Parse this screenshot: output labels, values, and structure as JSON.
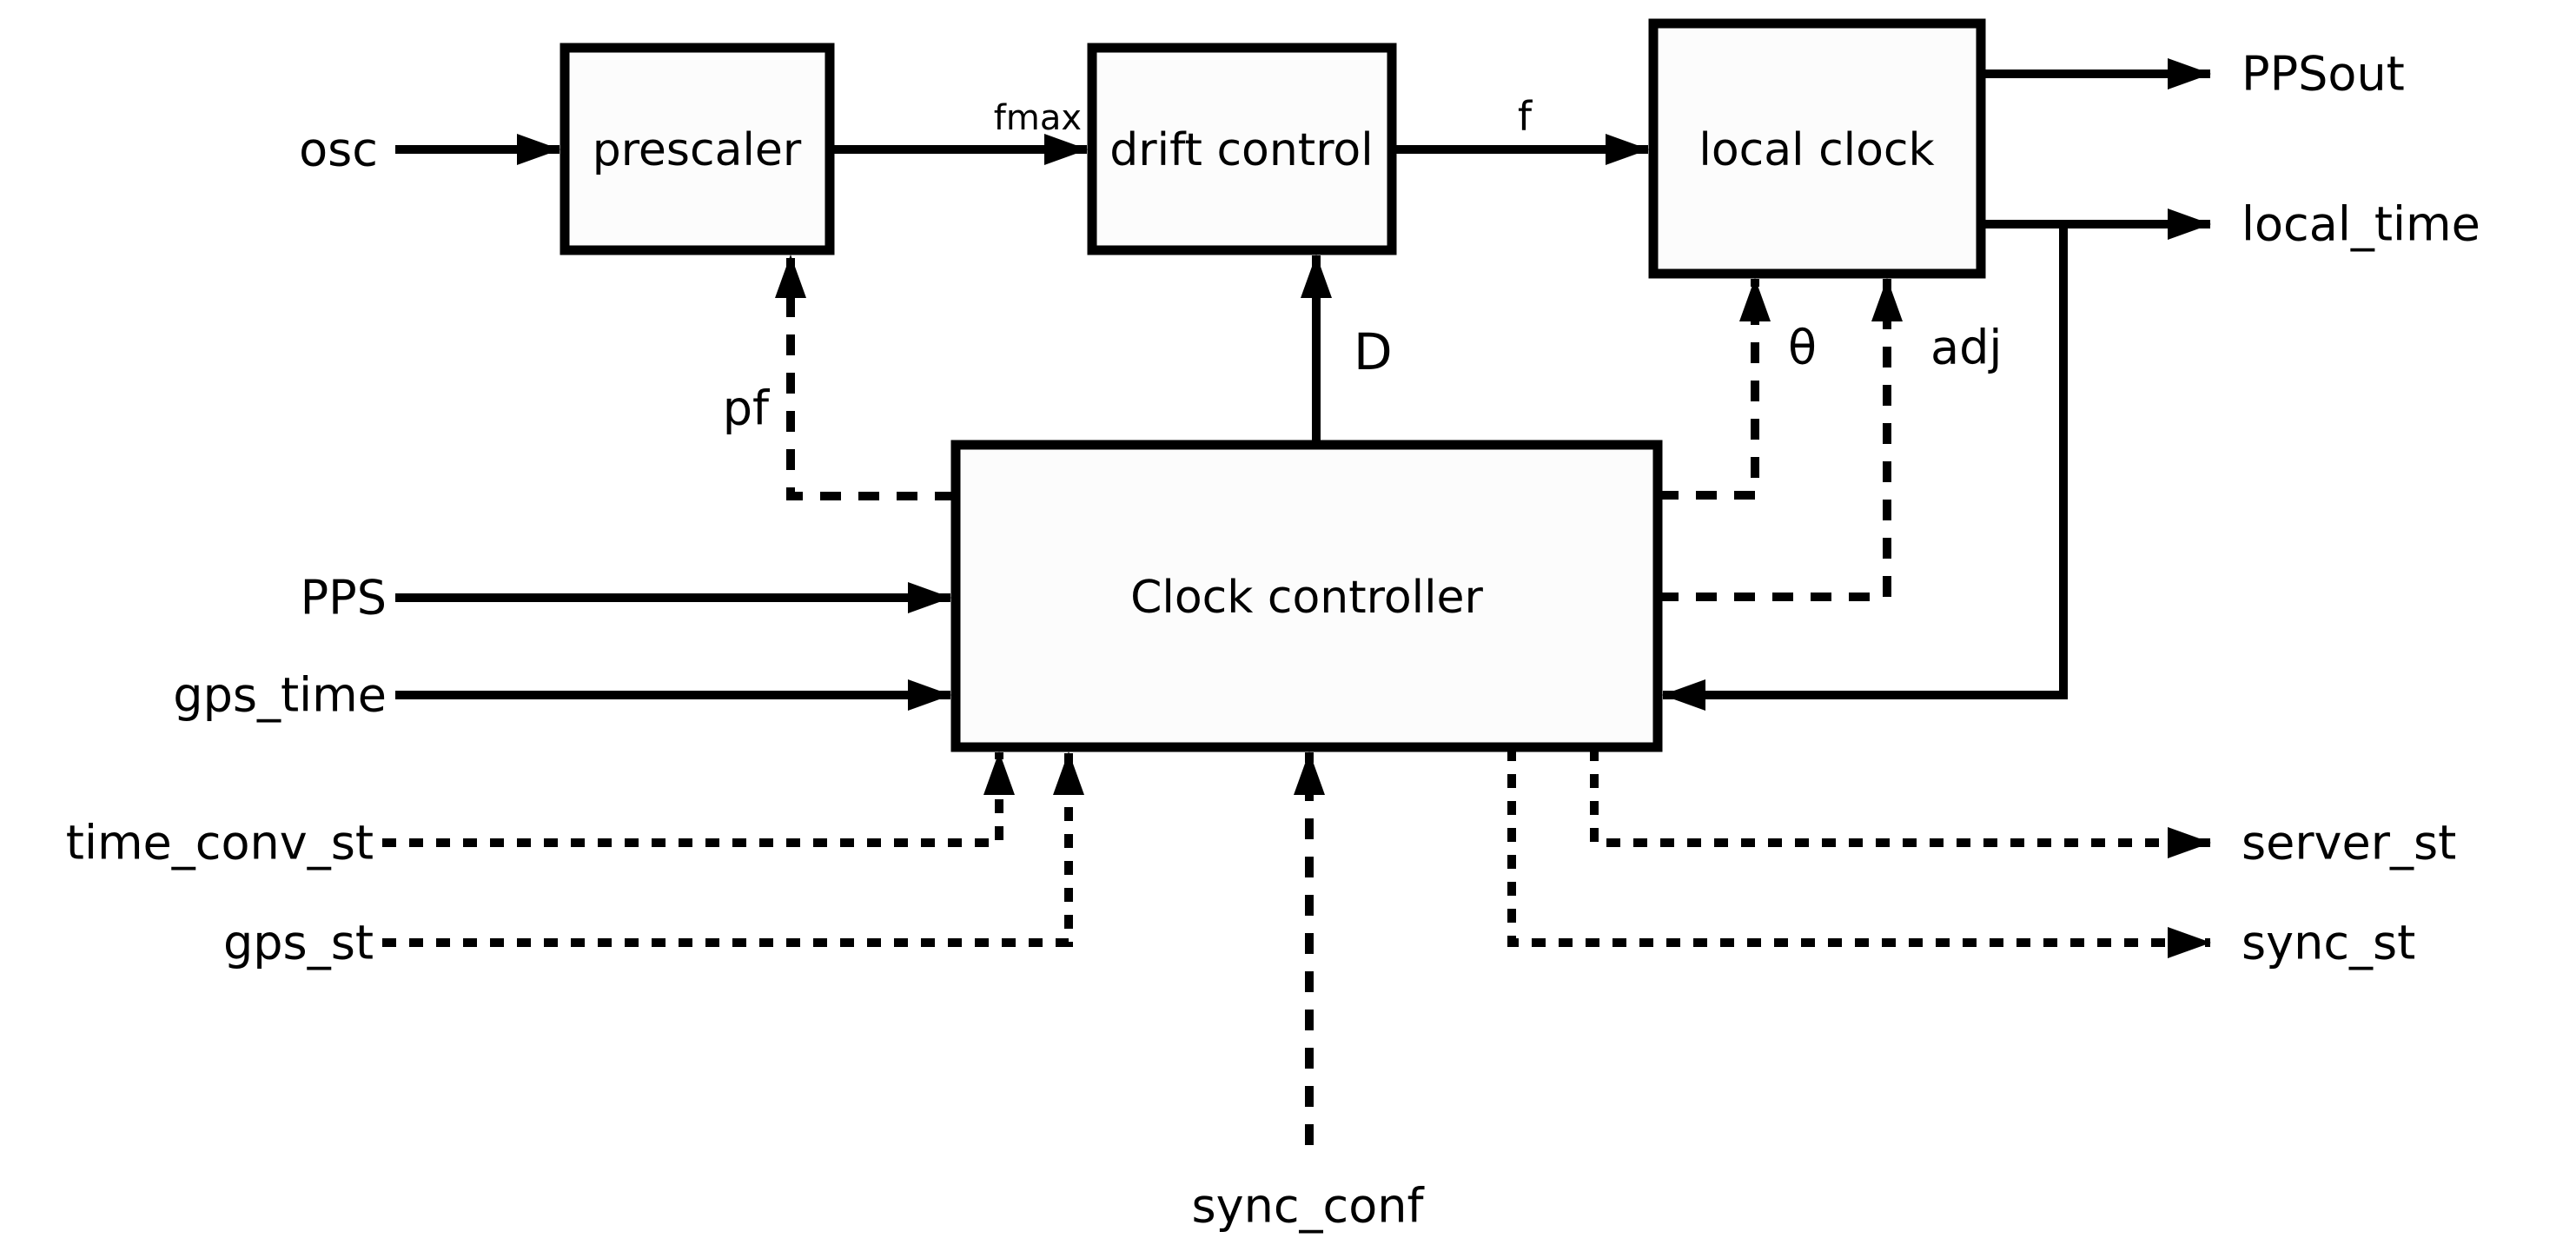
{
  "diagram_type": "block-diagram",
  "colors": {
    "line": "#000000",
    "block_fill": "#fcfcfc",
    "background": "#ffffff"
  },
  "labels": {
    "prescaler": "prescaler",
    "drift_control": "drift control",
    "local_clock": "local clock",
    "clock_controller": "Clock controller",
    "osc": "osc",
    "fmax": "fmax",
    "f": "f",
    "ppsout": "PPSout",
    "local_time": "local_time",
    "pps": "PPS",
    "gps_time": "gps_time",
    "time_conv_st": "time_conv_st",
    "gps_st": "gps_st",
    "sync_conf": "sync_conf",
    "server_st": "server_st",
    "sync_st": "sync_st",
    "pf": "pf",
    "d": "D",
    "theta": "θ",
    "adj": "adj"
  },
  "blocks": [
    {
      "id": "prescaler",
      "label": "prescaler"
    },
    {
      "id": "drift_control",
      "label": "drift control"
    },
    {
      "id": "local_clock",
      "label": "local clock"
    },
    {
      "id": "clock_controller",
      "label": "Clock controller"
    }
  ],
  "connections": [
    {
      "signal": "osc",
      "from": "external",
      "to": "prescaler",
      "style": "solid"
    },
    {
      "signal": "fmax",
      "from": "prescaler",
      "to": "drift_control",
      "style": "solid"
    },
    {
      "signal": "f",
      "from": "drift_control",
      "to": "local_clock",
      "style": "solid"
    },
    {
      "signal": "PPSout",
      "from": "local_clock",
      "to": "external",
      "style": "solid"
    },
    {
      "signal": "local_time",
      "from": "local_clock",
      "to": "external",
      "style": "solid"
    },
    {
      "signal": "local_time",
      "from": "local_clock",
      "to": "clock_controller",
      "style": "solid"
    },
    {
      "signal": "PPS",
      "from": "external",
      "to": "clock_controller",
      "style": "solid"
    },
    {
      "signal": "gps_time",
      "from": "external",
      "to": "clock_controller",
      "style": "solid"
    },
    {
      "signal": "D",
      "from": "clock_controller",
      "to": "drift_control",
      "style": "solid"
    },
    {
      "signal": "pf",
      "from": "clock_controller",
      "to": "prescaler",
      "style": "dashed"
    },
    {
      "signal": "θ",
      "from": "clock_controller",
      "to": "local_clock",
      "style": "dashed"
    },
    {
      "signal": "adj",
      "from": "clock_controller",
      "to": "local_clock",
      "style": "dashed"
    },
    {
      "signal": "time_conv_st",
      "from": "external",
      "to": "clock_controller",
      "style": "dashed"
    },
    {
      "signal": "gps_st",
      "from": "external",
      "to": "clock_controller",
      "style": "dashed"
    },
    {
      "signal": "sync_conf",
      "from": "external",
      "to": "clock_controller",
      "style": "dashed"
    },
    {
      "signal": "server_st",
      "from": "clock_controller",
      "to": "external",
      "style": "dashed"
    },
    {
      "signal": "sync_st",
      "from": "clock_controller",
      "to": "external",
      "style": "dashed"
    }
  ]
}
